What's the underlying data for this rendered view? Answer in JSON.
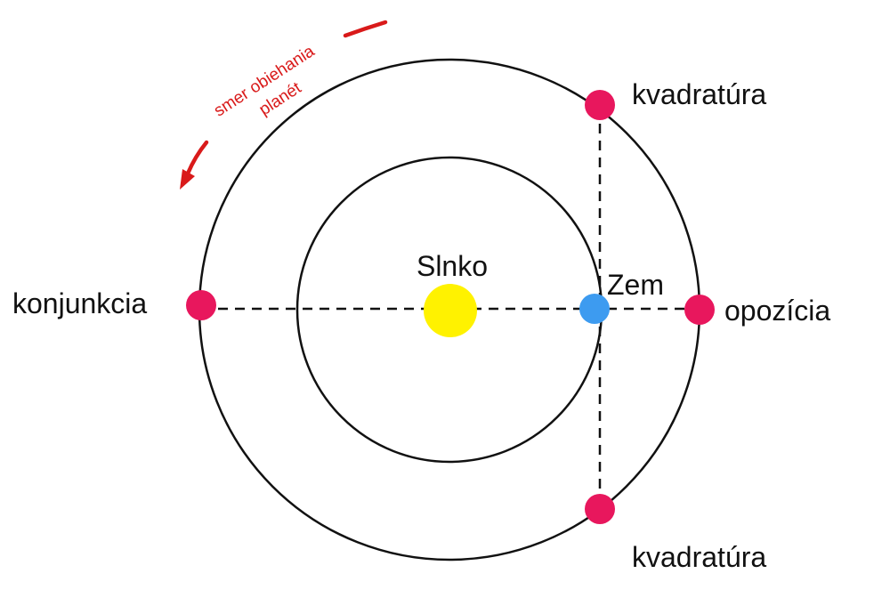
{
  "diagram": {
    "labels": {
      "sun": "Slnko",
      "earth": "Zem",
      "conjunction": "konjunkcia",
      "opposition": "opozícia",
      "quadrature_top": "kvadratúra",
      "quadrature_bottom": "kvadratúra",
      "direction_line1": "smer obiehania",
      "direction_line2": "planét"
    },
    "colors": {
      "sun": "#fff200",
      "earth": "#3d9bf0",
      "planet": "#e8175d",
      "orbit": "#111111",
      "direction_arrow": "#d91a1a",
      "text": "#111111"
    },
    "icons": {
      "sun": "sun-icon",
      "earth": "earth-icon",
      "planet": "planet-icon",
      "direction": "curved-arrow-icon"
    }
  }
}
